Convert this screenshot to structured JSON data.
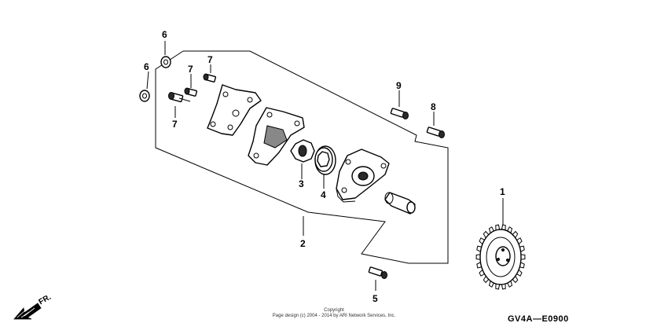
{
  "diagram": {
    "callouts": {
      "c1": "1",
      "c2": "2",
      "c3": "3",
      "c4": "4",
      "c5": "5",
      "c6a": "6",
      "c6b": "6",
      "c7a": "7",
      "c7b": "7",
      "c7c": "7",
      "c8": "8",
      "c9": "9"
    },
    "front_label": "FR.",
    "copyright_line1": "Copyright",
    "copyright_line2": "Page design (c) 2004 - 2014 by ARI Network Services, Inc.",
    "diagram_code": "GV4A—E0900"
  }
}
